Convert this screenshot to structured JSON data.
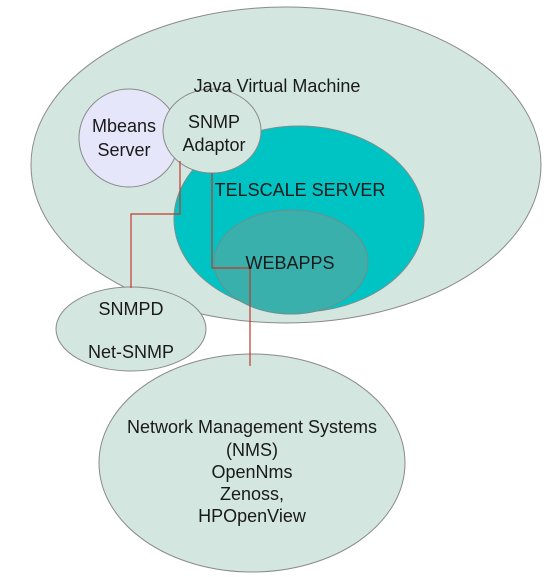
{
  "diagram": {
    "jvm": {
      "label": "Java Virtual Machine"
    },
    "mbeans": {
      "line1": "Mbeans",
      "line2": "Server"
    },
    "snmp_adaptor": {
      "line1": "SNMP",
      "line2": "Adaptor"
    },
    "telscale": {
      "label": "TELSCALE SERVER"
    },
    "webapps": {
      "label": "WEBAPPS"
    },
    "snmpd": {
      "line1": "SNMPD",
      "line2": "Net-SNMP"
    },
    "nms": {
      "line1": "Network Management Systems",
      "line2": "(NMS)",
      "line3": "OpenNms",
      "line4": "Zenoss,",
      "line5": "HPOpenView"
    },
    "colors": {
      "jvm_fill": "#d3e6df",
      "mbeans_fill": "#e6e6fb",
      "telscale_fill": "#00c4c4",
      "webapps_fill": "#3ab0ad",
      "connector": "#c0392b",
      "outline": "#8a8a8a"
    }
  }
}
